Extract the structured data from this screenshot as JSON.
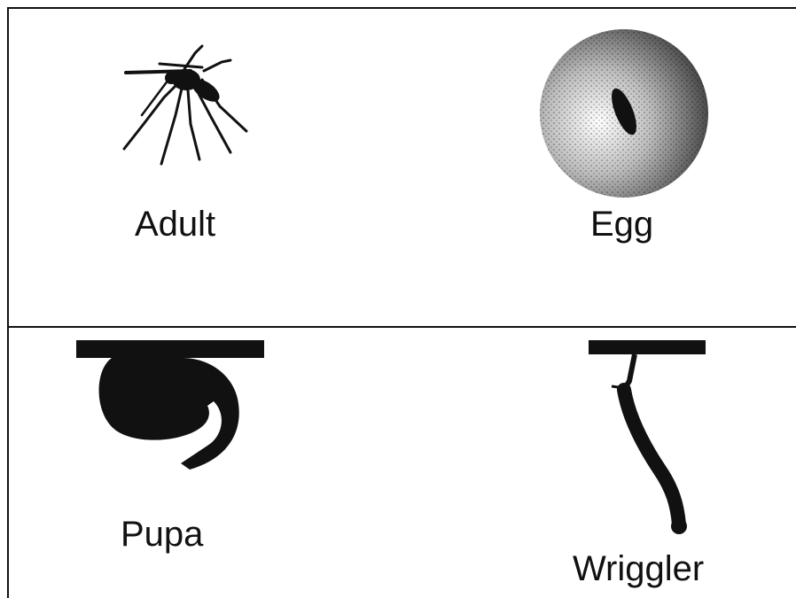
{
  "stages": [
    {
      "id": "adult",
      "label": "Adult",
      "icon": "mosquito-adult-icon"
    },
    {
      "id": "egg",
      "label": "Egg",
      "icon": "mosquito-egg-icon"
    },
    {
      "id": "pupa",
      "label": "Pupa",
      "icon": "mosquito-pupa-icon"
    },
    {
      "id": "wriggler",
      "label": "Wriggler",
      "icon": "mosquito-larva-icon"
    }
  ],
  "colors": {
    "ink": "#111111",
    "background": "#ffffff"
  }
}
